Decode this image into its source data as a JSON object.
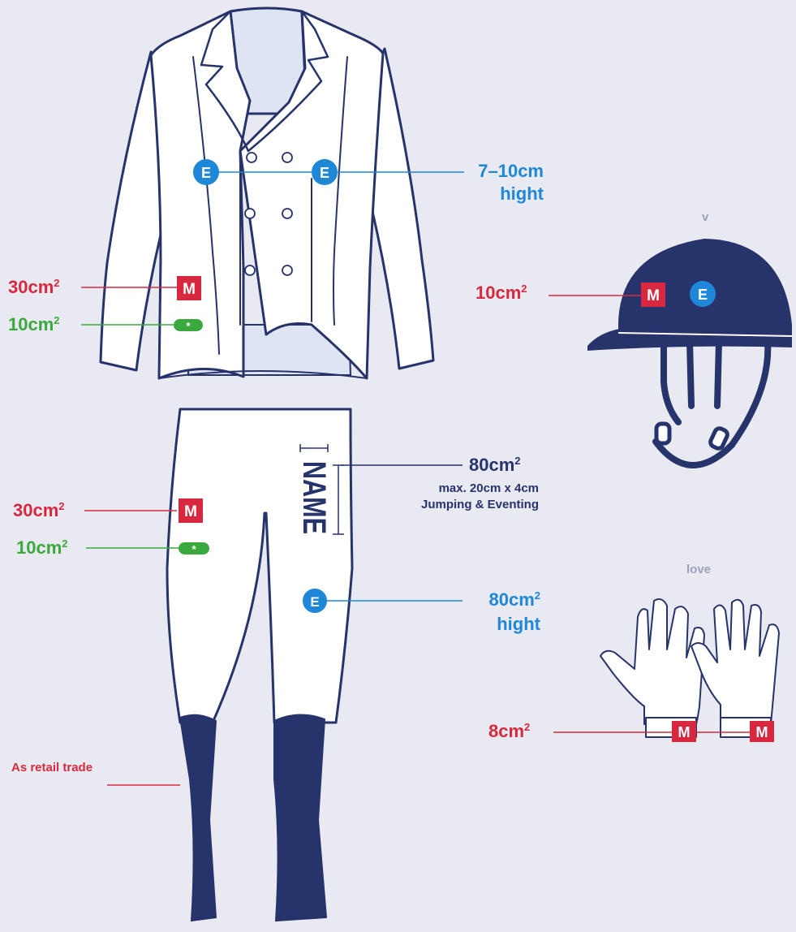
{
  "colors": {
    "background": "#e9eaf1",
    "outline": "#27336b",
    "garment": "#ffffff",
    "shirt": "#dde4f4",
    "boots": "#27336b",
    "media": "#d8283f",
    "sponsor": "#3aa93d",
    "equipment": "#1e87d8",
    "name": "#27336b",
    "muted": "#9ea1bc"
  },
  "markers": {
    "media_letter": "M",
    "equipment_letter": "E",
    "sponsor_symbol": "*"
  },
  "jacket": {
    "equipment_size": "7–10cm",
    "equipment_note": "hight",
    "media_size": "30cm",
    "media_unit_sup": "2",
    "sponsor_size": "10cm",
    "sponsor_unit_sup": "2"
  },
  "breeches": {
    "media_size": "30cm",
    "media_unit_sup": "2",
    "sponsor_size": "10cm",
    "sponsor_unit_sup": "2",
    "name_text": "NAME",
    "name_size": "80cm",
    "name_unit_sup": "2",
    "name_max": "max. 20cm x 4cm",
    "name_disciplines": "Jumping & Eventing",
    "equipment_size": "80cm",
    "equipment_unit_sup": "2",
    "equipment_note": "hight"
  },
  "boots": {
    "label": "As retail trade"
  },
  "helmet": {
    "caption": "v",
    "media_size": "10cm",
    "media_unit_sup": "2"
  },
  "gloves": {
    "caption": "love",
    "media_size": "8cm",
    "media_unit_sup": "2"
  }
}
